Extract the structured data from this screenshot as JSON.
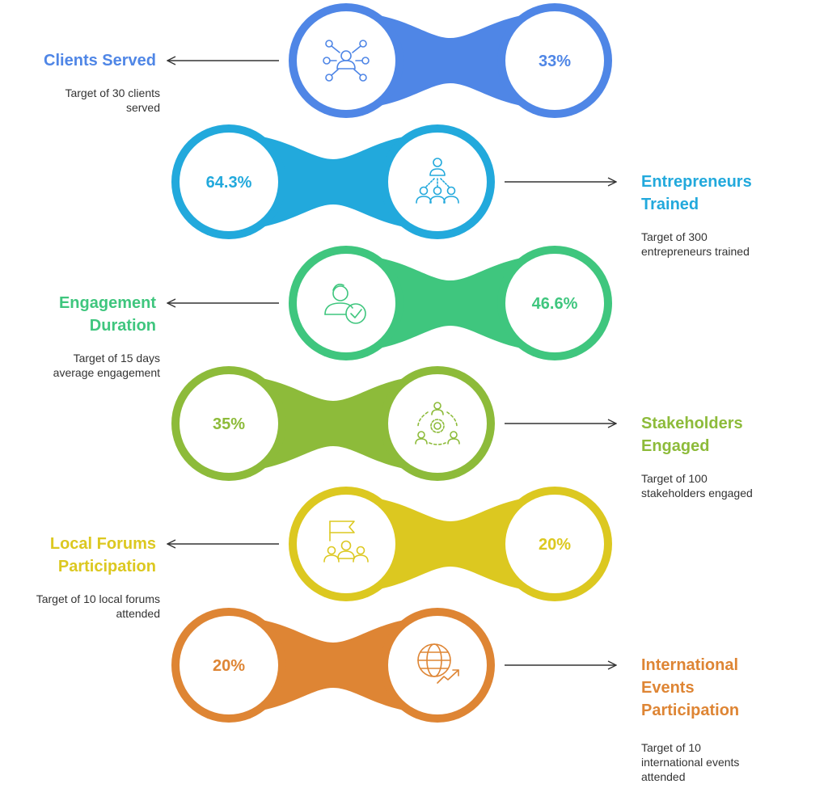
{
  "metrics": [
    {
      "title": "Clients Served",
      "value": "33%",
      "desc": "Target of 30 clients served",
      "color": "#4F86E6",
      "icon": "network-people-icon"
    },
    {
      "title": "Entrepreneurs Trained",
      "value": "64.3%",
      "desc": "Target of 300 entrepreneurs trained",
      "color": "#22A9DC",
      "icon": "trainer-group-icon"
    },
    {
      "title": "Engagement Duration",
      "value": "46.6%",
      "desc": "Target of 15 days average engagement",
      "color": "#3FC67E",
      "icon": "person-check-icon"
    },
    {
      "title": "Stakeholders Engaged",
      "value": "35%",
      "desc": "Target of 100 stakeholders engaged",
      "color": "#8DBB3A",
      "icon": "stakeholder-gear-icon"
    },
    {
      "title": "Local Forums Participation",
      "value": "20%",
      "desc": "Target of 10 local forums attended",
      "color": "#DCC820",
      "icon": "flag-group-icon"
    },
    {
      "title": "International Events Participation",
      "value": "20%",
      "desc": "Target of 10 international events attended",
      "color": "#DE8534",
      "icon": "globe-growth-icon"
    }
  ]
}
